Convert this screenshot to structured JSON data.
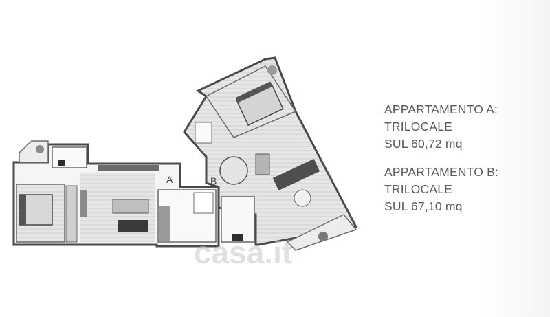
{
  "plan": {
    "unit_a_marker": "A",
    "unit_b_marker": "B",
    "watermark": "casa.it"
  },
  "info": {
    "apartment_a": {
      "title": "APPARTAMENTO A:",
      "type": "TRILOCALE",
      "area": "SUL 60,72 mq"
    },
    "apartment_b": {
      "title": "APPARTAMENTO B:",
      "type": "TRILOCALE",
      "area": "SUL 67,10 mq"
    }
  },
  "colors": {
    "wall": "#4a4a4a",
    "floor_wood": "#dcdcdc",
    "text": "#5a5a5a"
  }
}
